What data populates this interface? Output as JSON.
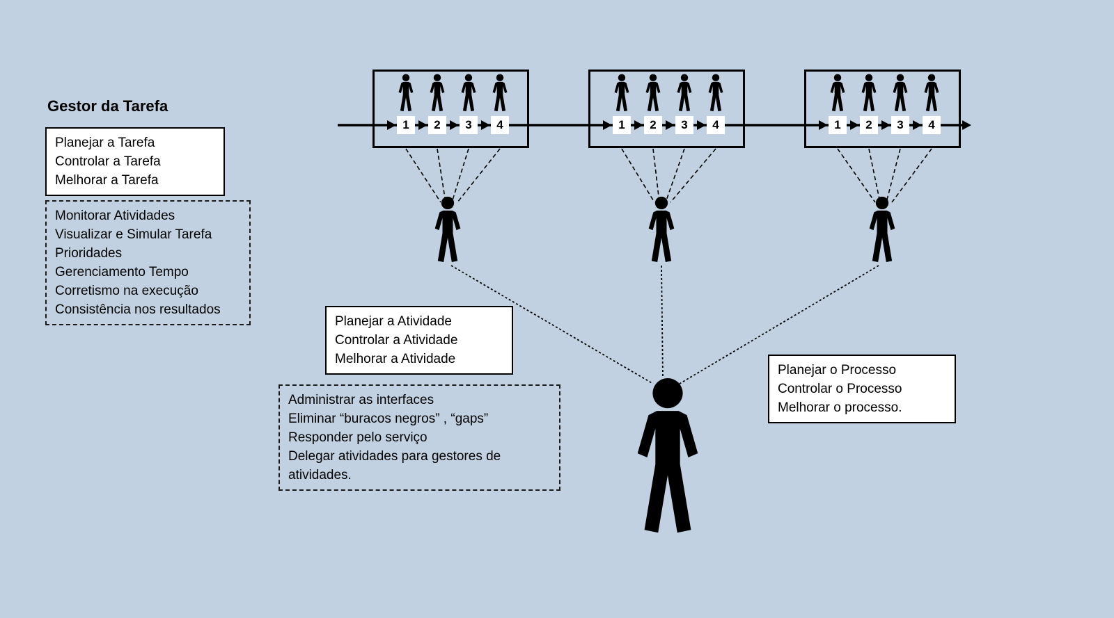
{
  "colors": {
    "background": "#c2d1e1",
    "ink": "#000000",
    "box_bg": "#ffffff"
  },
  "left_panel": {
    "title": "Gestor da Tarefa",
    "role_box": {
      "lines": [
        "Planejar a Tarefa",
        "Controlar a Tarefa",
        "Melhorar a Tarefa"
      ]
    },
    "detail_box": {
      "lines": [
        "Monitorar Atividades",
        "Visualizar e Simular Tarefa",
        "Prioridades",
        "Gerenciamento Tempo",
        "Corretismo na execução",
        "Consistência nos resultados"
      ]
    }
  },
  "activity_manager": {
    "role_box": {
      "lines": [
        "Planejar a Atividade",
        "Controlar a Atividade",
        "Melhorar a Atividade"
      ]
    },
    "detail_box": {
      "lines": [
        "Administrar as interfaces",
        "Eliminar “buracos negros” , “gaps”",
        "Responder pelo serviço",
        "Delegar atividades para gestores de atividades."
      ]
    }
  },
  "process_manager": {
    "role_box": {
      "lines": [
        "Planejar o Processo",
        "Controlar o Processo",
        "Melhorar o processo."
      ]
    }
  },
  "workflow": {
    "steps": [
      "1",
      "2",
      "3",
      "4"
    ],
    "groups": 3,
    "workers_per_group": 4
  }
}
